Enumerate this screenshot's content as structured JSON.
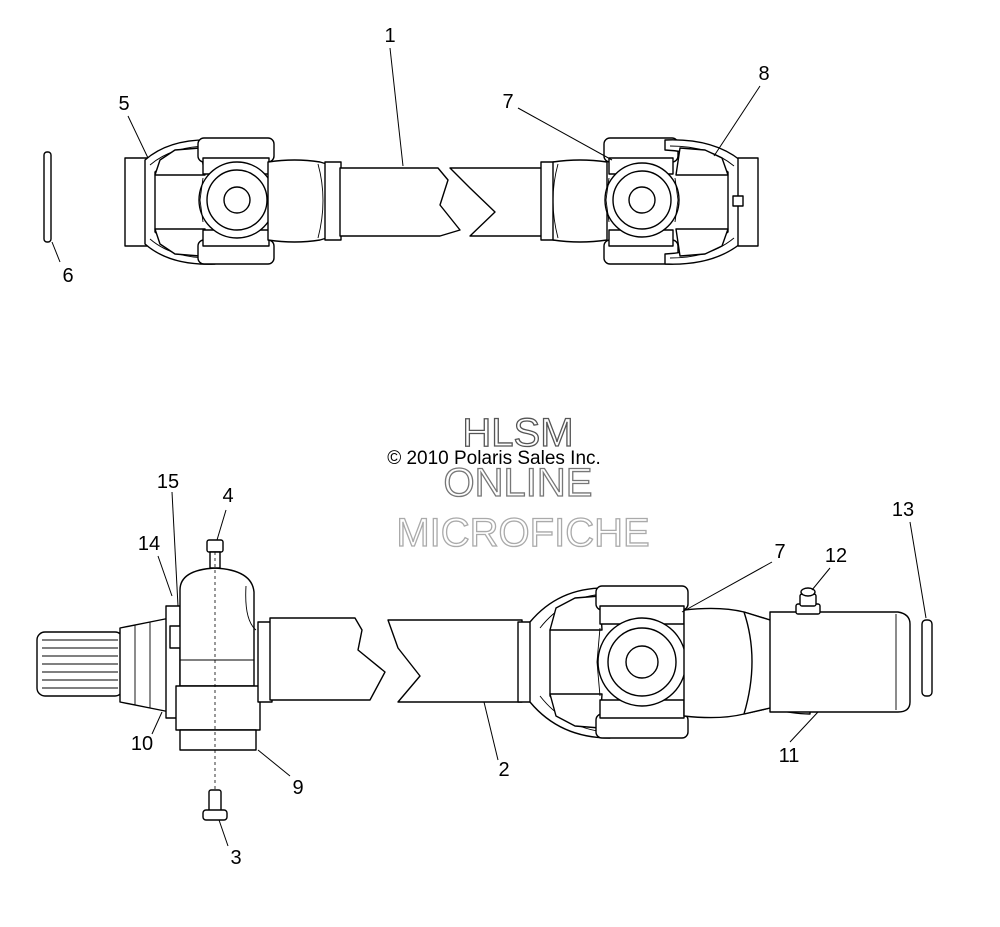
{
  "watermark": {
    "line1": "HLSM",
    "copyright": "© 2010 Polaris Sales Inc.",
    "line2": "ONLINE",
    "line3": "MICROFICHE",
    "colors": {
      "line1": "#555555",
      "line2": "#777777",
      "line3": "#aaaaaa"
    }
  },
  "callouts": [
    {
      "id": "1",
      "label": "1"
    },
    {
      "id": "2",
      "label": "2"
    },
    {
      "id": "3",
      "label": "3"
    },
    {
      "id": "4",
      "label": "4"
    },
    {
      "id": "5",
      "label": "5"
    },
    {
      "id": "6",
      "label": "6"
    },
    {
      "id": "7a",
      "label": "7"
    },
    {
      "id": "7b",
      "label": "7"
    },
    {
      "id": "8",
      "label": "8"
    },
    {
      "id": "9",
      "label": "9"
    },
    {
      "id": "10",
      "label": "10"
    },
    {
      "id": "11",
      "label": "11"
    },
    {
      "id": "12",
      "label": "12"
    },
    {
      "id": "13",
      "label": "13"
    },
    {
      "id": "14",
      "label": "14"
    },
    {
      "id": "15",
      "label": "15"
    }
  ]
}
